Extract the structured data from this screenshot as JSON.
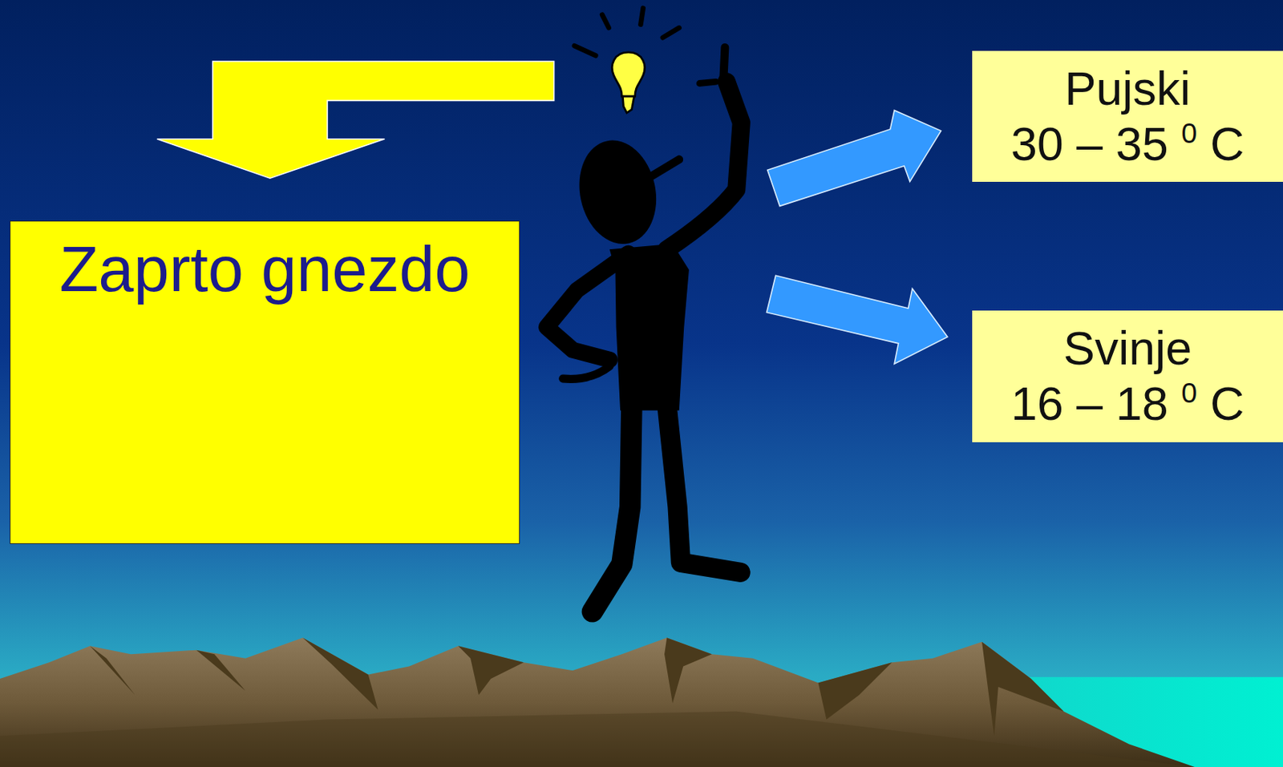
{
  "diagram": {
    "nodes": [
      {
        "text": [
          "Zaprto gnezdo"
        ]
      },
      {
        "text": [
          "Pujski",
          "30 – 35 0 C"
        ]
      },
      {
        "text": [
          "Svinje",
          "16 – 18 0 C"
        ]
      }
    ]
  }
}
